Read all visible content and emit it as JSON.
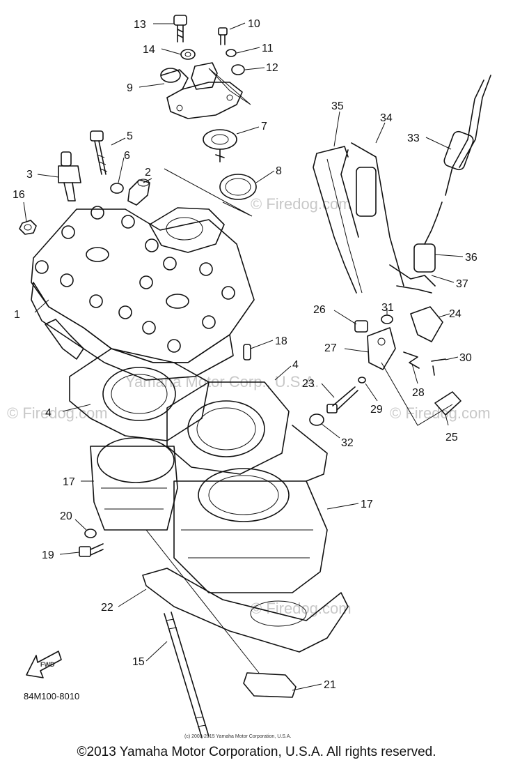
{
  "callouts": [
    "1",
    "2",
    "3",
    "4",
    "4",
    "5",
    "6",
    "7",
    "8",
    "9",
    "10",
    "11",
    "12",
    "13",
    "14",
    "15",
    "16",
    "17",
    "17",
    "18",
    "19",
    "20",
    "21",
    "22",
    "23",
    "24",
    "25",
    "26",
    "27",
    "28",
    "29",
    "30",
    "31",
    "32",
    "33",
    "34",
    "35",
    "36",
    "37"
  ],
  "watermarks": [
    "© Firedog.com",
    "© Firedog.com",
    "© Firedog.com",
    "© Firedog.com",
    "Yamaha Motor Corp., U.S.A."
  ],
  "diagram_code": "84M100-8010",
  "front_label": "FWD",
  "small_copyright": "(c) 2003-2015 Yamaha Motor Corporation, U.S.A.",
  "footer_copyright": "©2013 Yamaha Motor Corporation, U.S.A. All rights reserved."
}
